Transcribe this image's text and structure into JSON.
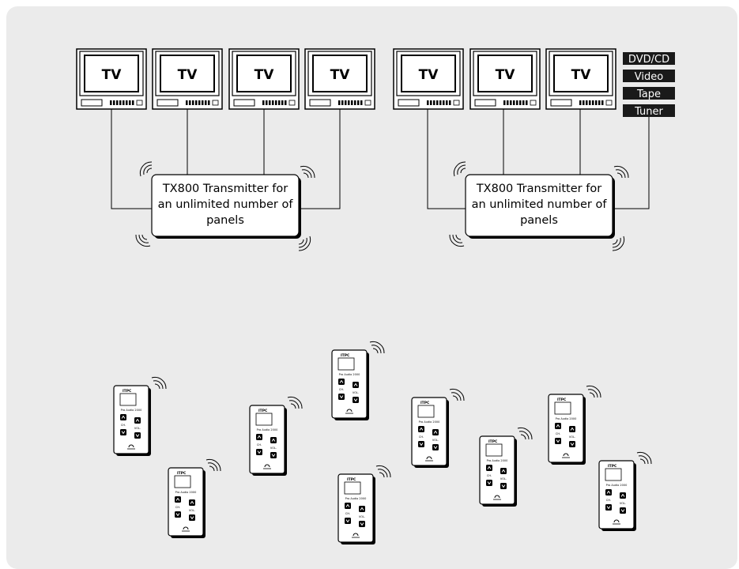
{
  "tv_label": "TV",
  "sources": [
    "DVD/CD",
    "Video",
    "Tape",
    "Tuner"
  ],
  "transmitter_text": [
    "TX800 Transmitter for",
    "an unlimited number of",
    "panels"
  ],
  "receiver": {
    "brand": "ITPC",
    "model": "Pro Audio 2000",
    "ch_label": "CH.",
    "vol_label": "VOL."
  },
  "colors": {
    "background": "#ebebeb",
    "frame": "#000000",
    "source_badge": "#1a1a1a"
  }
}
